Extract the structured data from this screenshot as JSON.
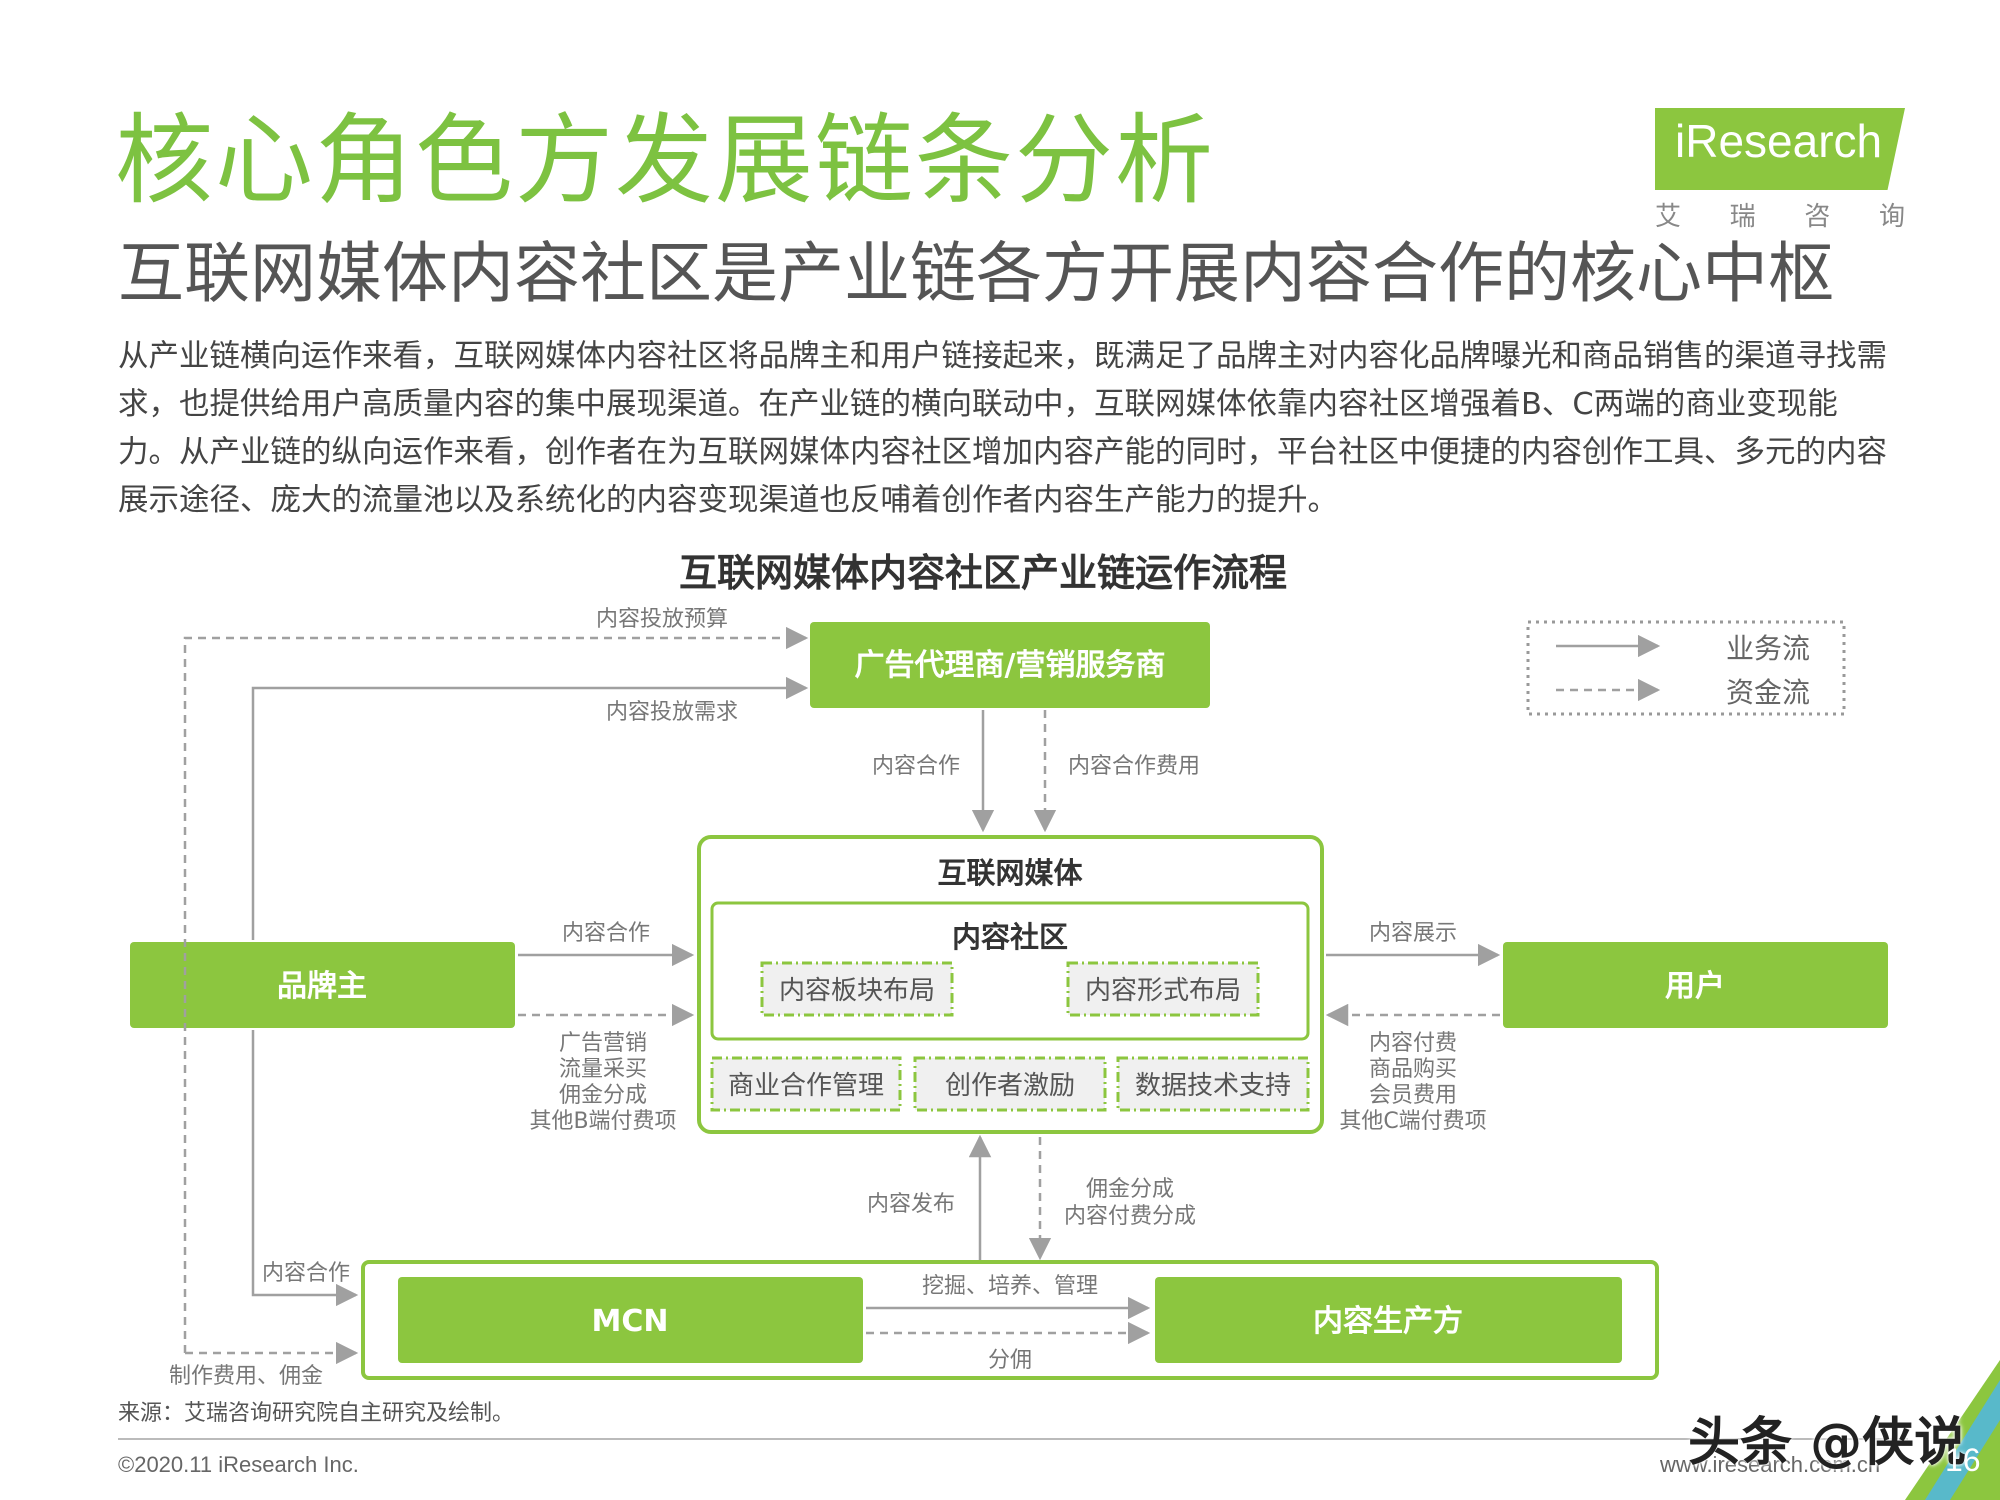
{
  "header": {
    "title": "核心角色方发展链条分析",
    "subtitle": "互联网媒体内容社区是产业链各方开展内容合作的核心中枢",
    "paragraph": "从产业链横向运作来看，互联网媒体内容社区将品牌主和用户链接起来，既满足了品牌主对内容化品牌曝光和商品销售的渠道寻找需求，也提供给用户高质量内容的集中展现渠道。在产业链的横向联动中，互联网媒体依靠内容社区增强着B、C两端的商业变现能力。从产业链的纵向运作来看，创作者在为互联网媒体内容社区增加内容产能的同时，平台社区中便捷的内容创作工具、多元的内容展示途径、庞大的流量池以及系统化的内容变现渠道也反哺着创作者内容生产能力的提升。"
  },
  "logo": {
    "text": "iResearch",
    "sub": [
      "艾",
      "瑞",
      "咨",
      "询"
    ]
  },
  "diagram": {
    "title": "互联网媒体内容社区产业链运作流程",
    "legend": {
      "business_flow": "业务流",
      "money_flow": "资金流"
    },
    "nodes": {
      "agency": "广告代理商/营销服务商",
      "brand": "品牌主",
      "user": "用户",
      "media": "互联网媒体",
      "community": "内容社区",
      "section_layout": "内容板块布局",
      "form_layout": "内容形式布局",
      "biz_mgmt": "商业合作管理",
      "creator_incentive": "创作者激励",
      "data_tech": "数据技术支持",
      "mcn": "MCN",
      "producer": "内容生产方"
    },
    "flows": {
      "budget": "内容投放预算",
      "demand": "内容投放需求",
      "agency_coop": "内容合作",
      "agency_fee": "内容合作费用",
      "brand_coop": "内容合作",
      "brand_pay": [
        "广告营销",
        "流量采买",
        "佣金分成",
        "其他B端付费项"
      ],
      "display": "内容展示",
      "user_pay": [
        "内容付费",
        "商品购买",
        "会员费用",
        "其他C端付费项"
      ],
      "publish": "内容发布",
      "share": [
        "佣金分成",
        "内容付费分成"
      ],
      "brand_mcn_coop": "内容合作",
      "production_fee": "制作费用、佣金",
      "mcn_manage": "挖掘、培养、管理",
      "commission": "分佣"
    }
  },
  "footer": {
    "source": "来源：艾瑞咨询研究院自主研究及绘制。",
    "copyright": "©2020.11 iResearch Inc.",
    "website": "www.iresearch.com.cn",
    "page_number": "16",
    "watermark": "头条 @侠说"
  },
  "colors": {
    "accent": "#7dc241",
    "box_green": "#8cc63f",
    "text_dark": "#333333",
    "arrow_gray": "#999999"
  }
}
